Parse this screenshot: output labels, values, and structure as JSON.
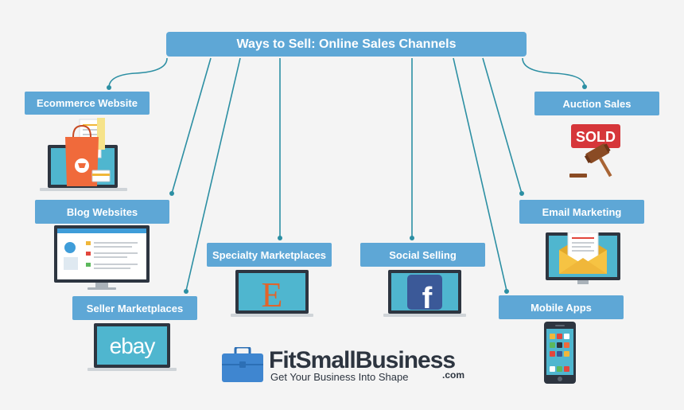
{
  "title": "Ways to Sell: Online Sales Channels",
  "channels": [
    {
      "label": "Ecommerce Website"
    },
    {
      "label": "Blog Websites"
    },
    {
      "label": "Seller Marketplaces"
    },
    {
      "label": "Specialty Marketplaces"
    },
    {
      "label": "Social Selling"
    },
    {
      "label": "Mobile Apps"
    },
    {
      "label": "Email Marketing"
    },
    {
      "label": "Auction Sales"
    }
  ],
  "illustrations": {
    "ebay_text": "ebay",
    "etsy_letter": "E",
    "facebook_letter": "f",
    "sold_text": "SOLD"
  },
  "logo": {
    "name": "FitSmallBusiness",
    "domain": ".com",
    "tagline": "Get Your Business Into Shape"
  },
  "colors": {
    "box": "#5ea7d6",
    "connector": "#2c8fa3",
    "background": "#f4f4f4",
    "etsy": "#e1652b",
    "facebook": "#3b5998",
    "sold": "#d6363a"
  }
}
